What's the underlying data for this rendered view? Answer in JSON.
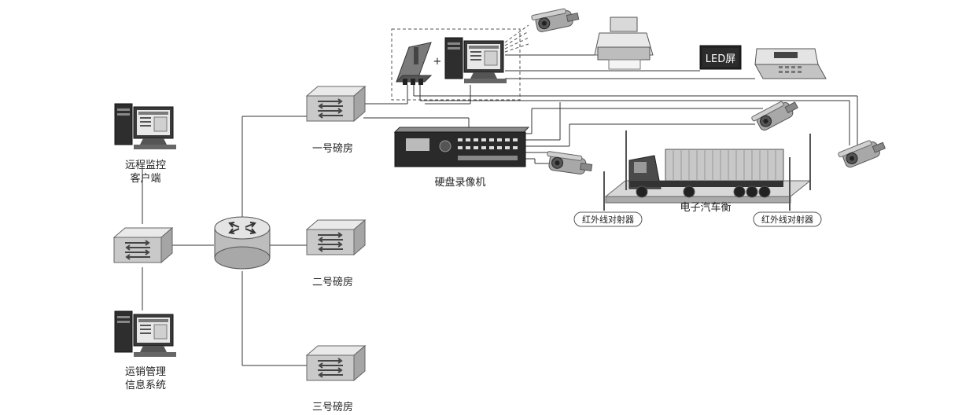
{
  "labels": {
    "remote_client_line1": "远程监控",
    "remote_client_line2": "客户端",
    "sales_system_line1": "运销管理",
    "sales_system_line2": "信息系统",
    "room1": "一号磅房",
    "room2": "二号磅房",
    "room3": "三号磅房",
    "dvr": "硬盘录像机",
    "truck_scale": "电子汽车衡",
    "ir_left": "红外线对射器",
    "ir_right": "红外线对射器",
    "led_screen": "LED屏",
    "plus_sign": "+"
  },
  "colors": {
    "line": "#333333",
    "device_face": "#bfbfbf",
    "device_top": "#e6e6e6",
    "device_side": "#9a9a9a",
    "led_bg": "#222222",
    "led_text": "#ffffff"
  }
}
